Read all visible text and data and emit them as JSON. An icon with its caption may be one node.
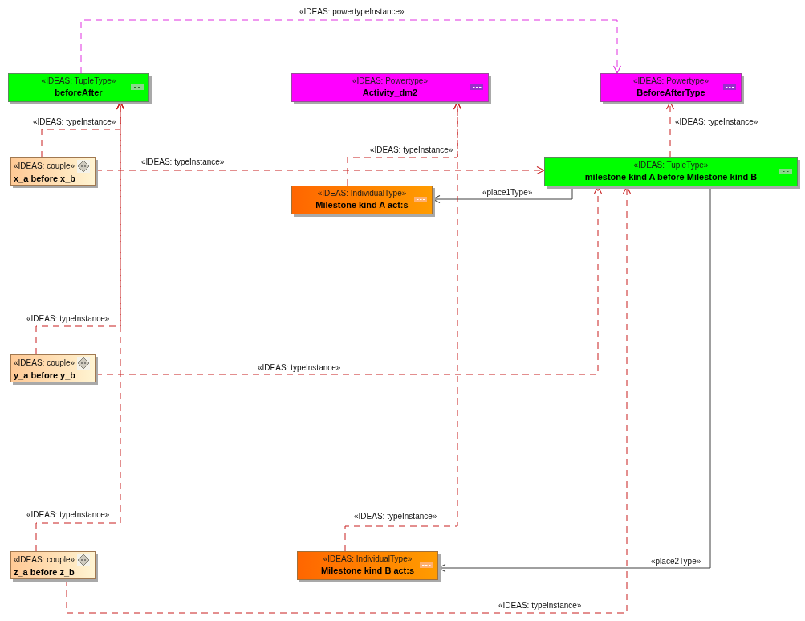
{
  "diagram": {
    "nodes": [
      {
        "text": [
          "«IDEAS: TupleType»",
          "beforeAfter"
        ]
      },
      {
        "text": [
          "«IDEAS: Powertype»",
          "Activity_dm2"
        ]
      },
      {
        "text": [
          "«IDEAS: Powertype»",
          "BeforeAfterType"
        ]
      },
      {
        "text": [
          "«IDEAS: couple»",
          "x_a before x_b"
        ]
      },
      {
        "text": [
          "«IDEAS: TupleType»",
          "milestone kind A before Milestone kind B"
        ]
      },
      {
        "text": [
          "«IDEAS: IndividualType»",
          "Milestone kind A act:s"
        ]
      },
      {
        "text": [
          "«IDEAS: couple»",
          "y_a before y_b"
        ]
      },
      {
        "text": [
          "«IDEAS: couple»",
          "z_a before z_b"
        ]
      },
      {
        "text": [
          "«IDEAS: IndividualType»",
          "Milestone kind B act:s"
        ]
      }
    ],
    "edges": [
      {
        "from": 0,
        "to": 2,
        "arrow": "to",
        "label": "«IDEAS: powertypeInstance»",
        "style": "dashed",
        "color": "#e030e0"
      },
      {
        "from": 3,
        "to": 0,
        "arrow": "to",
        "label": "«IDEAS: typeInstance»",
        "style": "dashed"
      },
      {
        "from": 3,
        "to": 4,
        "arrow": "to",
        "label": "«IDEAS: typeInstance»",
        "style": "dashed"
      },
      {
        "from": 5,
        "to": 1,
        "arrow": "to",
        "label": "«IDEAS: typeInstance»",
        "style": "dashed"
      },
      {
        "from": 4,
        "to": 2,
        "arrow": "to",
        "label": "«IDEAS: typeInstance»",
        "style": "dashed"
      },
      {
        "from": 4,
        "to": 5,
        "arrow": "to",
        "label": "«place1Type»",
        "color": "#404040"
      },
      {
        "from": 6,
        "to": 0,
        "arrow": "to",
        "label": "«IDEAS: typeInstance»",
        "style": "dashed"
      },
      {
        "from": 6,
        "to": 4,
        "arrow": "to",
        "label": "«IDEAS: typeInstance»",
        "style": "dashed"
      },
      {
        "from": 7,
        "to": 4,
        "arrow": "to",
        "label": "«IDEAS: typeInstance»",
        "style": "dashed"
      },
      {
        "from": 7,
        "to": 0,
        "arrow": "to",
        "label": "«IDEAS: typeInstance»",
        "style": "dashed"
      },
      {
        "from": 8,
        "to": 1,
        "arrow": "to",
        "label": "«IDEAS: typeInstance»",
        "style": "dashed"
      },
      {
        "from": 4,
        "to": 8,
        "arrow": "to",
        "label": "«place2Type»",
        "color": "#404040"
      }
    ]
  }
}
